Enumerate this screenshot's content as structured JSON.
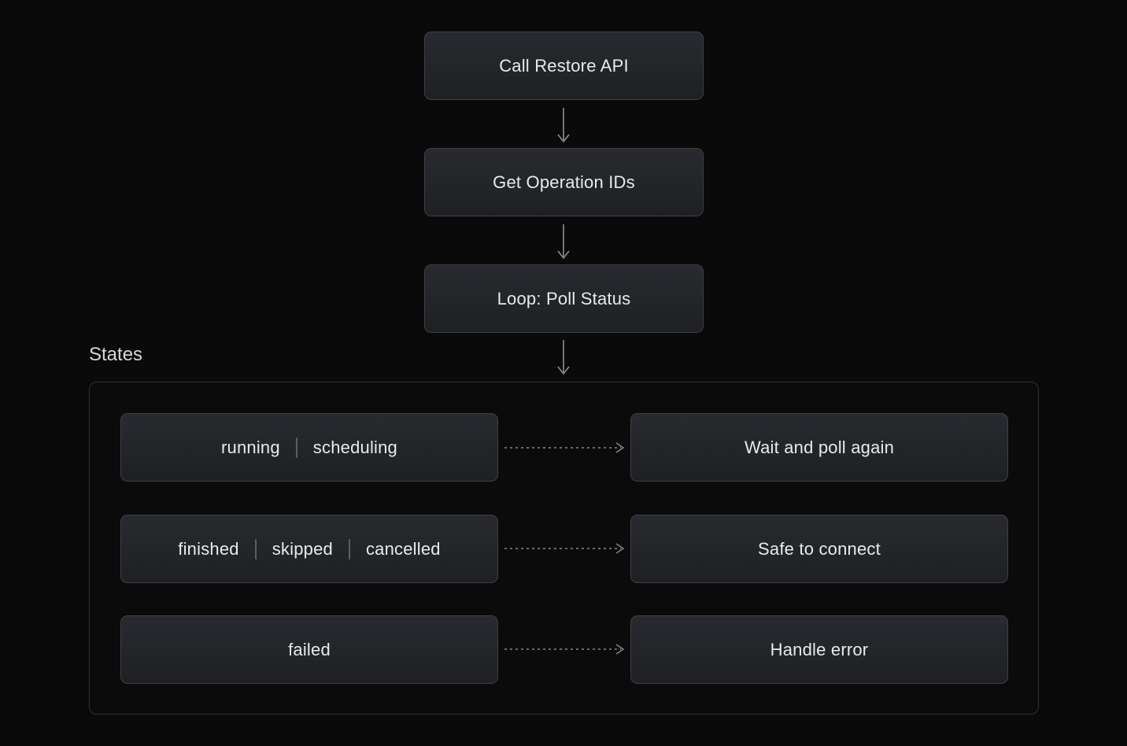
{
  "flow": {
    "nodes": [
      {
        "label": "Call Restore API"
      },
      {
        "label": "Get Operation IDs"
      },
      {
        "label": "Loop: Poll Status"
      }
    ]
  },
  "states": {
    "section_label": "States",
    "rows": [
      {
        "left": [
          "running",
          "scheduling"
        ],
        "right": "Wait and poll again"
      },
      {
        "left": [
          "finished",
          "skipped",
          "cancelled"
        ],
        "right": "Safe to connect"
      },
      {
        "left": [
          "failed"
        ],
        "right": "Handle error"
      }
    ]
  },
  "icons": {
    "down_arrow": "arrow-down",
    "right_arrow": "dashed-arrow-right"
  },
  "colors": {
    "background": "#0a0a0b",
    "node_background_top": "#282a2f",
    "node_background_bottom": "#1e2023",
    "node_border": "#3d4046",
    "container_border": "#2e3136",
    "text": "#e9eaec",
    "section_label_text": "#d6d7d9",
    "arrow": "#8b8e93",
    "separator": "#5a5d63"
  }
}
